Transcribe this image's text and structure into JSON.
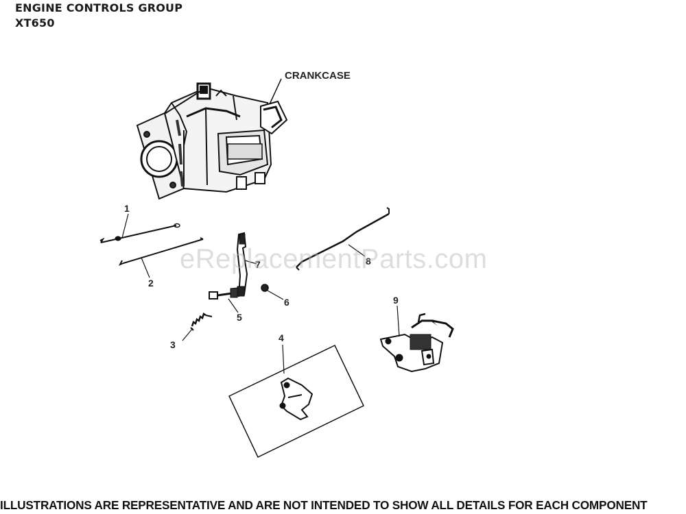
{
  "header": {
    "title_line1": "ENGINE CONTROLS GROUP",
    "title_line2": "XT650"
  },
  "diagram": {
    "crankcase_label": "CRANKCASE",
    "callouts": [
      "1",
      "2",
      "3",
      "4",
      "5",
      "6",
      "7",
      "8",
      "9"
    ],
    "watermark": "eReplacementParts.com"
  },
  "footer": {
    "disclaimer": "ILLUSTRATIONS ARE REPRESENTATIVE AND ARE NOT INTENDED TO SHOW ALL DETAILS FOR EACH COMPONENT"
  }
}
